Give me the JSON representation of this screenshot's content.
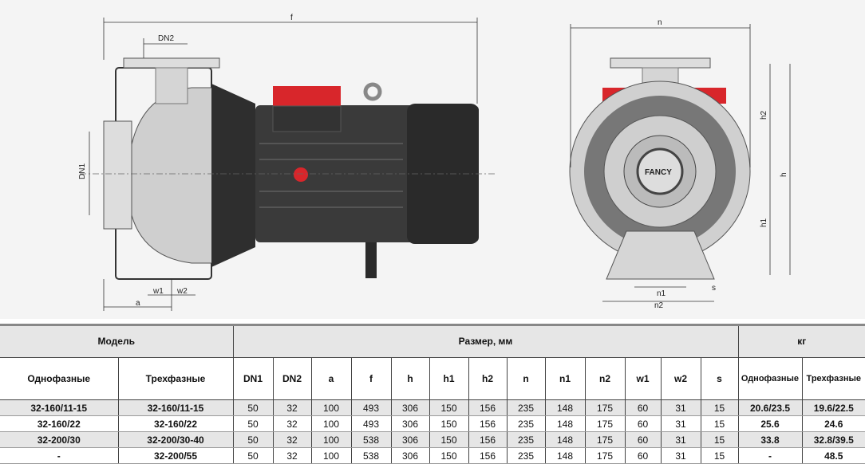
{
  "drawing": {
    "labels": {
      "f": "f",
      "dn2": "DN2",
      "dn1": "DN1",
      "a": "a",
      "w1": "w1",
      "w2": "w2",
      "n": "n",
      "h2": "h2",
      "h": "h",
      "h1": "h1",
      "n1": "n1",
      "n2": "n2",
      "s": "s",
      "brand": "FANCY"
    },
    "colors": {
      "motor": "#3a3a3a",
      "red": "#d8262b",
      "steel": "#c8c8c8"
    }
  },
  "table": {
    "group_headers": {
      "model": "Модель",
      "size": "Размер, мм",
      "weight": "кг"
    },
    "columns": [
      "Однофазные",
      "Трехфазные",
      "DN1",
      "DN2",
      "a",
      "f",
      "h",
      "h1",
      "h2",
      "n",
      "n1",
      "n2",
      "w1",
      "w2",
      "s",
      "Однофазные",
      "Трехфазные"
    ],
    "rows": [
      [
        "32-160/11-15",
        "32-160/11-15",
        "50",
        "32",
        "100",
        "493",
        "306",
        "150",
        "156",
        "235",
        "148",
        "175",
        "60",
        "31",
        "15",
        "20.6/23.5",
        "19.6/22.5"
      ],
      [
        "32-160/22",
        "32-160/22",
        "50",
        "32",
        "100",
        "493",
        "306",
        "150",
        "156",
        "235",
        "148",
        "175",
        "60",
        "31",
        "15",
        "25.6",
        "24.6"
      ],
      [
        "32-200/30",
        "32-200/30-40",
        "50",
        "32",
        "100",
        "538",
        "306",
        "150",
        "156",
        "235",
        "148",
        "175",
        "60",
        "31",
        "15",
        "33.8",
        "32.8/39.5"
      ],
      [
        "-",
        "32-200/55",
        "50",
        "32",
        "100",
        "538",
        "306",
        "150",
        "156",
        "235",
        "148",
        "175",
        "60",
        "31",
        "15",
        "-",
        "48.5"
      ]
    ]
  }
}
